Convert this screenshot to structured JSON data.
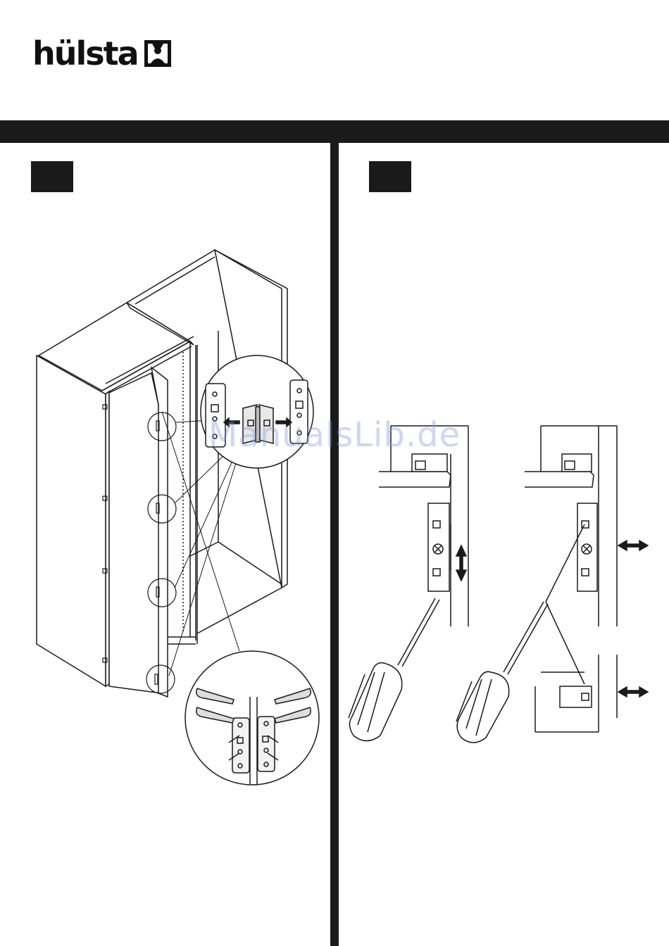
{
  "header": {
    "brand": "hülsta",
    "brand_mark": "hulsta-emblem-logo"
  },
  "steps": [
    {
      "id": "left",
      "label": "",
      "illustration": "wardrobe-door-hinge-assembly"
    },
    {
      "id": "right",
      "label": "",
      "illustration": "hinge-adjustment-screwdriver"
    }
  ],
  "watermark": "ManualsLib.de",
  "colors": {
    "ink": "#1a1a1a",
    "paper": "#ffffff",
    "watermark": "#7896dc"
  }
}
